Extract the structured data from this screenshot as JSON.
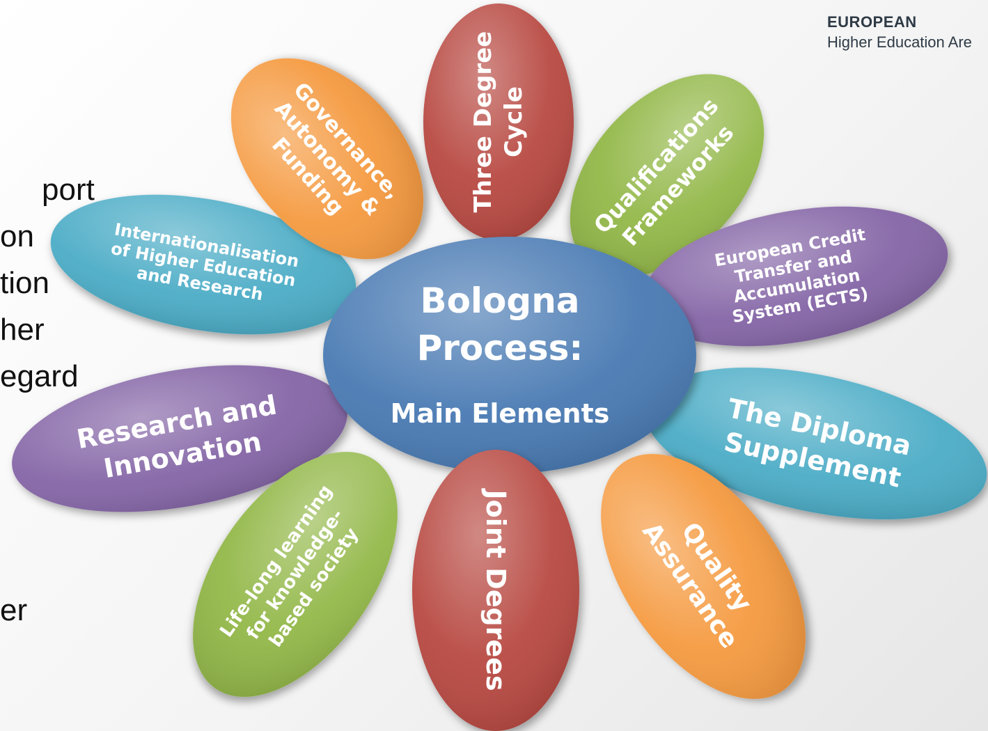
{
  "header": {
    "line1": "EUROPEAN",
    "line2": "Higher Education Are"
  },
  "background_text": [
    "port",
    "on",
    "tion",
    "her",
    "egard",
    "er"
  ],
  "center": {
    "line1": "Bologna",
    "line2": "Process:",
    "line3": "Main Elements",
    "color": "#4a7ab3"
  },
  "petals": [
    {
      "id": "three-degree-cycle",
      "lines": [
        "Three Degree",
        "Cycle"
      ],
      "color": "#b84843"
    },
    {
      "id": "qualifications-frameworks",
      "lines": [
        "Qualifications",
        "Frameworks"
      ],
      "color": "#93b84a"
    },
    {
      "id": "ects",
      "lines": [
        "European Credit",
        "Transfer and",
        "Accumulation",
        "System (ECTS)"
      ],
      "color": "#8465a6"
    },
    {
      "id": "diploma-supplement",
      "lines": [
        "The Diploma",
        "Supplement"
      ],
      "color": "#4bacc6"
    },
    {
      "id": "quality-assurance",
      "lines": [
        "Quality",
        "Assurance"
      ],
      "color": "#f59a40"
    },
    {
      "id": "joint-degrees",
      "lines": [
        "Joint Degrees"
      ],
      "color": "#b84843"
    },
    {
      "id": "lifelong-learning",
      "lines": [
        "Life-long learning",
        "for knowledge-",
        "based society"
      ],
      "color": "#93b84a"
    },
    {
      "id": "research-innovation",
      "lines": [
        "Research and",
        "Innovation"
      ],
      "color": "#8465a6"
    },
    {
      "id": "internationalisation",
      "lines": [
        "Internationalisation",
        "of Higher Education",
        "and Research"
      ],
      "color": "#4bacc6"
    },
    {
      "id": "governance",
      "lines": [
        "Governance,",
        "Autonomy &",
        "Funding"
      ],
      "color": "#f59a40"
    }
  ]
}
